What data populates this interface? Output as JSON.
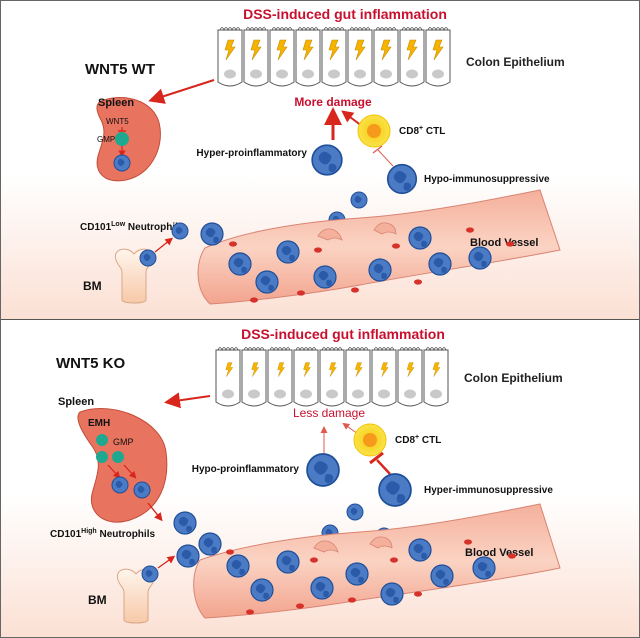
{
  "colors": {
    "title_red": "#c8102e",
    "arrow_red": "#d9261c",
    "spleen": "#e8735f",
    "vessel": "#f6b9a4",
    "cell_blue": "#4a7bc4",
    "ctl_yellow": "#f7cf1f",
    "gmp_teal": "#1fa890",
    "bg_top": "#ffffff",
    "bg_bottom": "#fbe3d8"
  },
  "panel_top": {
    "title": "DSS-induced gut inflammation",
    "genotype": "WNT5 WT",
    "colon_label": "Colon Epithelium",
    "spleen_label": "Spleen",
    "wnt5_label": "WNT5",
    "gmp_label": "GMP",
    "damage_label": "More damage",
    "ctl_label": "CD8",
    "ctl_sup": "+",
    "ctl_suffix": " CTL",
    "proinflam_label": "Hyper-proinflammatory",
    "immuno_label": "Hypo-immunosuppressive",
    "neut_prefix": "CD101",
    "neut_sup": "Low",
    "neut_suffix": " Neutrophils",
    "vessel_label": "Blood Vessel",
    "bm_label": "BM"
  },
  "panel_bottom": {
    "title": "DSS-induced gut inflammation",
    "genotype": "WNT5 KO",
    "colon_label": "Colon Epithelium",
    "spleen_label": "Spleen",
    "emh_label": "EMH",
    "gmp_label": "GMP",
    "damage_label": "Less damage",
    "ctl_label": "CD8",
    "ctl_sup": "+",
    "ctl_suffix": " CTL",
    "proinflam_label": "Hypo-proinflammatory",
    "immuno_label": "Hyper-immunosuppressive",
    "neut_prefix": "CD101",
    "neut_sup": "High",
    "neut_suffix": " Neutrophils",
    "vessel_label": "Blood Vessel",
    "bm_label": "BM"
  }
}
